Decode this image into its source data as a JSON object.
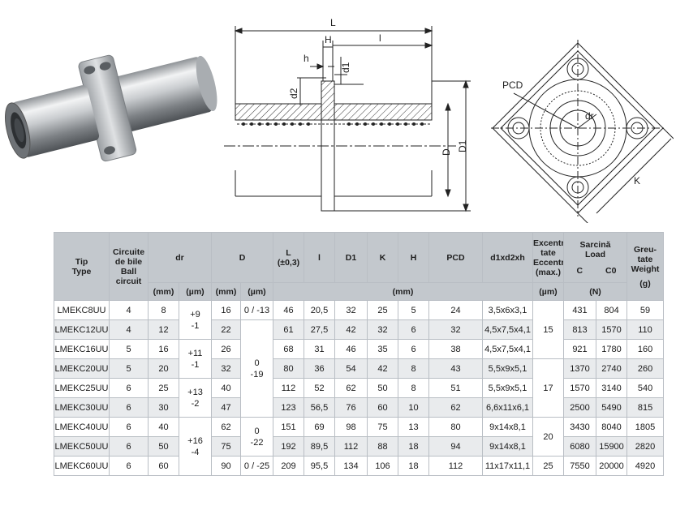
{
  "drawing": {
    "labels": {
      "L": "L",
      "H": "H",
      "h": "h",
      "l": "l",
      "d1": "d1",
      "d2": "d2",
      "D": "D",
      "D1": "D1",
      "PCD": "PCD",
      "dr": "dr",
      "K": "K"
    }
  },
  "table": {
    "headers": {
      "tip": "Tip",
      "type": "Type",
      "circuit_1": "Circuite",
      "circuit_2": "de bile",
      "circuit_3": "Ball",
      "circuit_4": "circuit",
      "dr": "dr",
      "D": "D",
      "L_1": "L",
      "L_2": "(±0,3)",
      "l": "l",
      "D1": "D1",
      "K": "K",
      "H": "H",
      "PCD": "PCD",
      "d1d2xh": "d1xd2xh",
      "ecc_1": "Excentrici-",
      "ecc_2": "tate",
      "ecc_3": "Eccentricity",
      "ecc_4": "(max.)",
      "load_1": "Sarcină",
      "load_2": "Load",
      "C": "C",
      "C0": "C0",
      "weight_1": "Greu-",
      "weight_2": "tate",
      "weight_3": "Weight",
      "unit_mm": "(mm)",
      "unit_um": "(µm)",
      "unit_N": "(N)",
      "unit_g": "(g)"
    },
    "rows": [
      {
        "type": "LMEKC8UU",
        "circuit": "4",
        "dr": "8",
        "D": "16",
        "L": "46",
        "l": "20,5",
        "D1": "32",
        "K": "25",
        "H": "5",
        "PCD": "24",
        "d": "3,5x6x3,1",
        "C": "431",
        "C0": "804",
        "w": "59"
      },
      {
        "type": "LMEKC12UU",
        "circuit": "4",
        "dr": "12",
        "D": "22",
        "L": "61",
        "l": "27,5",
        "D1": "42",
        "K": "32",
        "H": "6",
        "PCD": "32",
        "d": "4,5x7,5x4,1",
        "C": "813",
        "C0": "1570",
        "w": "110"
      },
      {
        "type": "LMEKC16UU",
        "circuit": "5",
        "dr": "16",
        "D": "26",
        "L": "68",
        "l": "31",
        "D1": "46",
        "K": "35",
        "H": "6",
        "PCD": "38",
        "d": "4,5x7,5x4,1",
        "C": "921",
        "C0": "1780",
        "w": "160"
      },
      {
        "type": "LMEKC20UU",
        "circuit": "5",
        "dr": "20",
        "D": "32",
        "L": "80",
        "l": "36",
        "D1": "54",
        "K": "42",
        "H": "8",
        "PCD": "43",
        "d": "5,5x9x5,1",
        "C": "1370",
        "C0": "2740",
        "w": "260"
      },
      {
        "type": "LMEKC25UU",
        "circuit": "6",
        "dr": "25",
        "D": "40",
        "L": "112",
        "l": "52",
        "D1": "62",
        "K": "50",
        "H": "8",
        "PCD": "51",
        "d": "5,5x9x5,1",
        "C": "1570",
        "C0": "3140",
        "w": "540"
      },
      {
        "type": "LMEKC30UU",
        "circuit": "6",
        "dr": "30",
        "D": "47",
        "L": "123",
        "l": "56,5",
        "D1": "76",
        "K": "60",
        "H": "10",
        "PCD": "62",
        "d": "6,6x11x6,1",
        "C": "2500",
        "C0": "5490",
        "w": "815"
      },
      {
        "type": "LMEKC40UU",
        "circuit": "6",
        "dr": "40",
        "D": "62",
        "L": "151",
        "l": "69",
        "D1": "98",
        "K": "75",
        "H": "13",
        "PCD": "80",
        "d": "9x14x8,1",
        "C": "3430",
        "C0": "8040",
        "w": "1805"
      },
      {
        "type": "LMEKC50UU",
        "circuit": "6",
        "dr": "50",
        "D": "75",
        "L": "192",
        "l": "89,5",
        "D1": "112",
        "K": "88",
        "H": "18",
        "PCD": "94",
        "d": "9x14x8,1",
        "C": "6080",
        "C0": "15900",
        "w": "2820"
      },
      {
        "type": "LMEKC60UU",
        "circuit": "6",
        "dr": "60",
        "D": "90",
        "L": "209",
        "l": "95,5",
        "D1": "134",
        "K": "106",
        "H": "18",
        "PCD": "112",
        "d": "11x17x11,1",
        "C": "7550",
        "C0": "20000",
        "w": "4920"
      }
    ],
    "dr_tol": [
      {
        "a": "+9",
        "b": "-1"
      },
      {
        "a": "+11",
        "b": "-1"
      },
      {
        "a": "+13",
        "b": "-2"
      },
      {
        "a": "+16",
        "b": "-4"
      }
    ],
    "D_tol": {
      "first": "0 / -13",
      "group_a": {
        "a": "0",
        "b": "-19"
      },
      "group_b": {
        "a": "0",
        "b": "-22"
      },
      "last": "0 / -25"
    },
    "ecc": [
      "15",
      "17",
      "20",
      "25"
    ]
  }
}
